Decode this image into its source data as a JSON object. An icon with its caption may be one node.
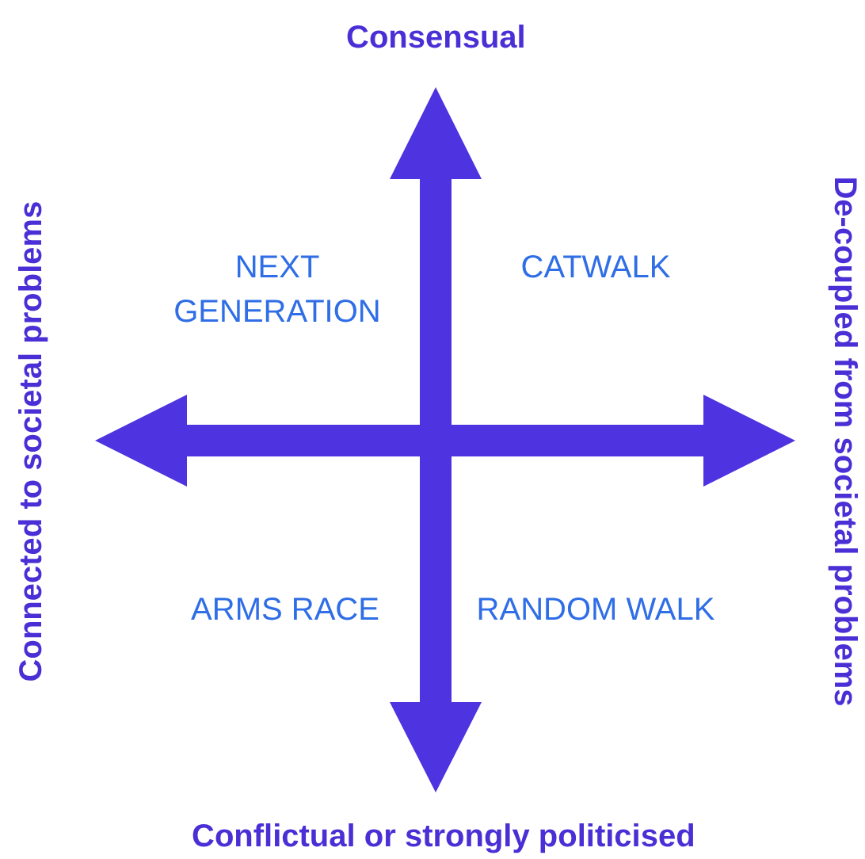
{
  "diagram": {
    "labels": [
      "Consensual",
      "Connected to societal problems",
      "De-coupled from societal problems",
      "NEXT GENERATION",
      "CATWALK",
      "ARMS RACE",
      "RANDOM WALK",
      "Conflictual or strongly politicised"
    ]
  }
}
